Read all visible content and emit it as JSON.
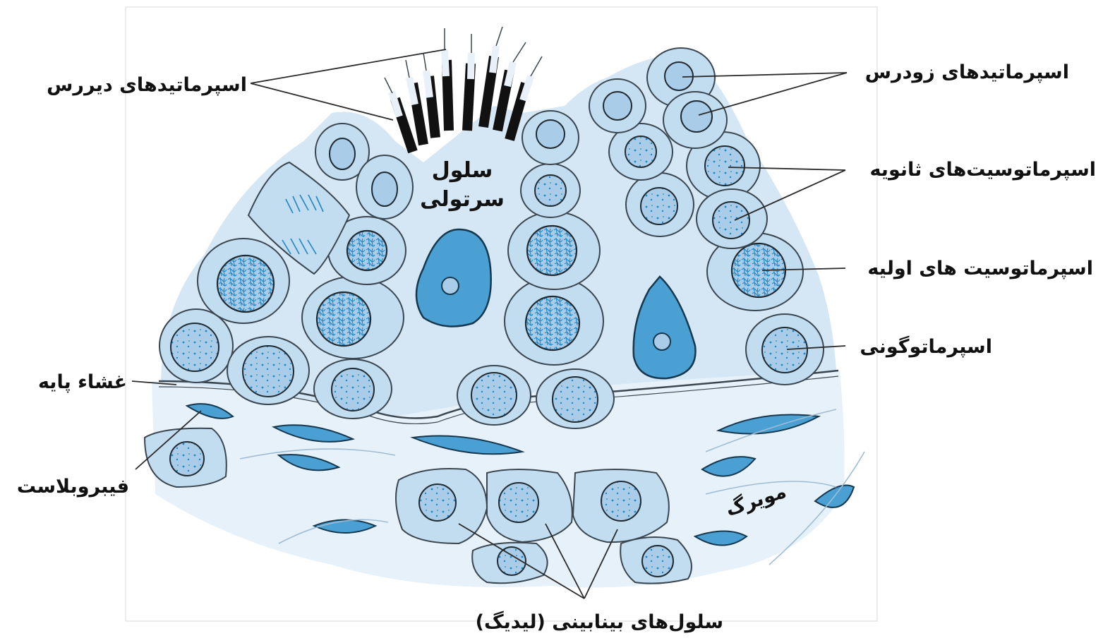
{
  "labels": {
    "late_spermatids": "اسپرماتیدهای دیررس",
    "early_spermatids": "اسپرماتیدهای زودرس",
    "secondary_spermatocytes": "اسپرماتوسیت‌های ثانویه",
    "primary_spermatocytes": "اسپرماتوسیت های اولیه",
    "spermatogonia": "اسپرماتوگونی",
    "basement_membrane": "غشاء پایه",
    "fibroblast": "فیبروبلاست",
    "capillary": "مویرگ",
    "interstitial_cells": "سلول‌های بینابینی (لیدیگ)",
    "sertoli_line1": "سلول",
    "sertoli_line2": "سرتولی"
  },
  "colors": {
    "cell_fill": "#c2dcf0",
    "cell_stroke": "#3a4650",
    "nucleus_fill": "#a9cde8",
    "chromatin": "#1e86c6",
    "dark_nucleus": "#4aa0d2",
    "tissue_bg": "#dcebf7",
    "lumen": "#e8f1fa",
    "label_text": "#111111"
  }
}
